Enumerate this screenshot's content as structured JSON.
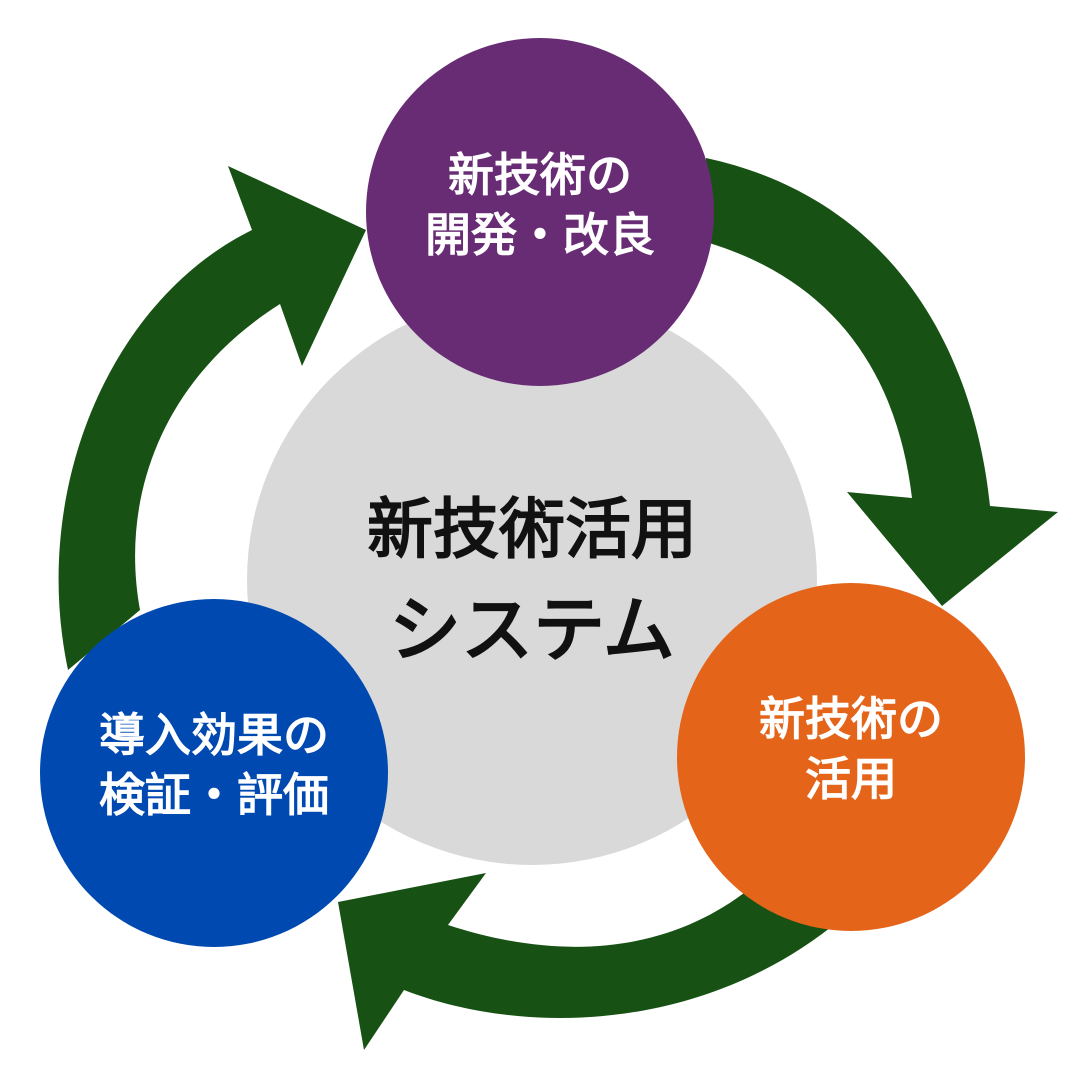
{
  "colors": {
    "arrow": "#175214",
    "center": "#d9d9d9",
    "top_node": "#682c74",
    "right_node": "#e46419",
    "left_node": "#0049b0",
    "node_text": "#ffffff",
    "center_text": "#111111"
  },
  "center": {
    "line1": "新技術活用",
    "line2": "システム"
  },
  "nodes": {
    "top": {
      "line1": "新技術の",
      "line2": "開発・改良"
    },
    "right": {
      "line1": "新技術の",
      "line2": "活用"
    },
    "left": {
      "line1": "導入効果の",
      "line2": "検証・評価"
    }
  }
}
